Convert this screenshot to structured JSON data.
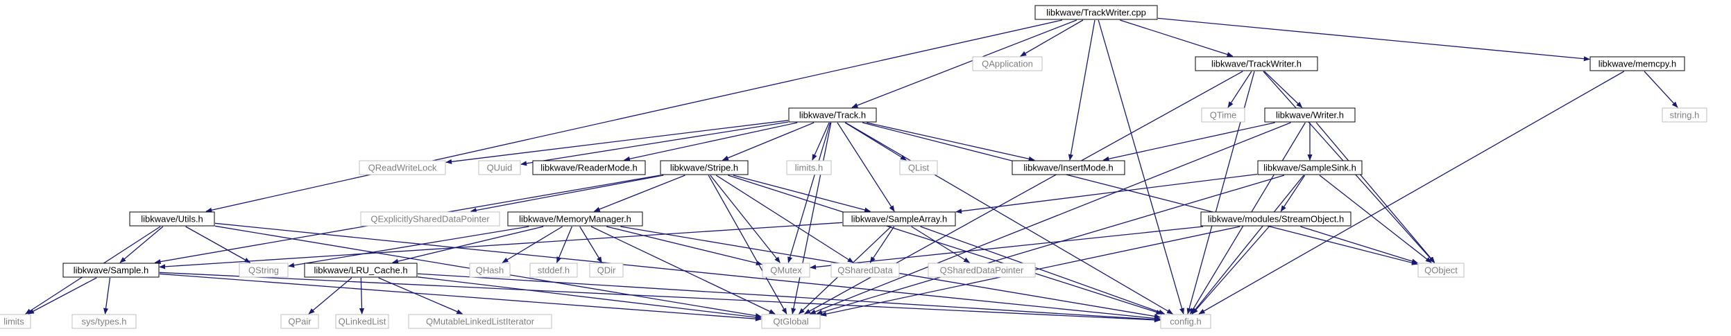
{
  "diagram": {
    "title": "libkwave/TrackWriter.cpp",
    "colors": {
      "edge": "#191970",
      "root_fill": "#bfbfbf",
      "root_border": "#000000",
      "local_border": "#000000",
      "external_border": "#bfbfbf",
      "local_text": "#000000",
      "external_text": "#7f7f7f"
    },
    "nodes": [
      {
        "id": "root",
        "label": "libkwave/TrackWriter.cpp",
        "kind": "root"
      },
      {
        "id": "qapplication",
        "label": "QApplication",
        "kind": "external"
      },
      {
        "id": "trackwriter_h",
        "label": "libkwave/TrackWriter.h",
        "kind": "local"
      },
      {
        "id": "memcpy_h",
        "label": "libkwave/memcpy.h",
        "kind": "local"
      },
      {
        "id": "track_h",
        "label": "libkwave/Track.h",
        "kind": "local"
      },
      {
        "id": "qtime",
        "label": "QTime",
        "kind": "external"
      },
      {
        "id": "writer_h",
        "label": "libkwave/Writer.h",
        "kind": "local"
      },
      {
        "id": "string_h",
        "label": "string.h",
        "kind": "external"
      },
      {
        "id": "qreadwritelock",
        "label": "QReadWriteLock",
        "kind": "external"
      },
      {
        "id": "quuid",
        "label": "QUuid",
        "kind": "external"
      },
      {
        "id": "readermode_h",
        "label": "libkwave/ReaderMode.h",
        "kind": "local"
      },
      {
        "id": "stripe_h",
        "label": "libkwave/Stripe.h",
        "kind": "local"
      },
      {
        "id": "limits_h",
        "label": "limits.h",
        "kind": "external"
      },
      {
        "id": "qlist",
        "label": "QList",
        "kind": "external"
      },
      {
        "id": "insertmode_h",
        "label": "libkwave/InsertMode.h",
        "kind": "local"
      },
      {
        "id": "samplesink_h",
        "label": "libkwave/SampleSink.h",
        "kind": "local"
      },
      {
        "id": "utils_h",
        "label": "libkwave/Utils.h",
        "kind": "local"
      },
      {
        "id": "qexplicitly",
        "label": "QExplicitlySharedDataPointer",
        "kind": "external"
      },
      {
        "id": "memorymanager_h",
        "label": "libkwave/MemoryManager.h",
        "kind": "local"
      },
      {
        "id": "samplearray_h",
        "label": "libkwave/SampleArray.h",
        "kind": "local"
      },
      {
        "id": "streamobject_h",
        "label": "libkwave/modules/StreamObject.h",
        "kind": "local"
      },
      {
        "id": "sample_h",
        "label": "libkwave/Sample.h",
        "kind": "local"
      },
      {
        "id": "qstring",
        "label": "QString",
        "kind": "external"
      },
      {
        "id": "lru_cache_h",
        "label": "libkwave/LRU_Cache.h",
        "kind": "local"
      },
      {
        "id": "qhash",
        "label": "QHash",
        "kind": "external"
      },
      {
        "id": "stddef_h",
        "label": "stddef.h",
        "kind": "external"
      },
      {
        "id": "qdir",
        "label": "QDir",
        "kind": "external"
      },
      {
        "id": "qmutex",
        "label": "QMutex",
        "kind": "external"
      },
      {
        "id": "qshareddata",
        "label": "QSharedData",
        "kind": "external"
      },
      {
        "id": "qshareddatapointer",
        "label": "QSharedDataPointer",
        "kind": "external"
      },
      {
        "id": "qobject",
        "label": "QObject",
        "kind": "external"
      },
      {
        "id": "limits",
        "label": "limits",
        "kind": "external"
      },
      {
        "id": "systypes_h",
        "label": "sys/types.h",
        "kind": "external"
      },
      {
        "id": "qpair",
        "label": "QPair",
        "kind": "external"
      },
      {
        "id": "qlinkedlist",
        "label": "QLinkedList",
        "kind": "external"
      },
      {
        "id": "qmutablelinkedlistiterator",
        "label": "QMutableLinkedListIterator",
        "kind": "external"
      },
      {
        "id": "qtglobal",
        "label": "QtGlobal",
        "kind": "external"
      },
      {
        "id": "config_h",
        "label": "config.h",
        "kind": "external"
      }
    ],
    "edges": [
      [
        "root",
        "qapplication"
      ],
      [
        "root",
        "trackwriter_h"
      ],
      [
        "root",
        "memcpy_h"
      ],
      [
        "root",
        "track_h"
      ],
      [
        "root",
        "insertmode_h"
      ],
      [
        "root",
        "utils_h"
      ],
      [
        "root",
        "config_h"
      ],
      [
        "trackwriter_h",
        "qtime"
      ],
      [
        "trackwriter_h",
        "writer_h"
      ],
      [
        "trackwriter_h",
        "qtglobal"
      ],
      [
        "trackwriter_h",
        "qobject"
      ],
      [
        "trackwriter_h",
        "config_h"
      ],
      [
        "memcpy_h",
        "string_h"
      ],
      [
        "memcpy_h",
        "config_h"
      ],
      [
        "track_h",
        "qreadwritelock"
      ],
      [
        "track_h",
        "quuid"
      ],
      [
        "track_h",
        "readermode_h"
      ],
      [
        "track_h",
        "stripe_h"
      ],
      [
        "track_h",
        "limits_h"
      ],
      [
        "track_h",
        "qlist"
      ],
      [
        "track_h",
        "insertmode_h"
      ],
      [
        "track_h",
        "samplearray_h"
      ],
      [
        "track_h",
        "qmutex"
      ],
      [
        "track_h",
        "qobject"
      ],
      [
        "track_h",
        "config_h"
      ],
      [
        "track_h",
        "qtglobal"
      ],
      [
        "writer_h",
        "insertmode_h"
      ],
      [
        "writer_h",
        "samplesink_h"
      ],
      [
        "writer_h",
        "qobject"
      ],
      [
        "writer_h",
        "qtglobal"
      ],
      [
        "writer_h",
        "config_h"
      ],
      [
        "stripe_h",
        "qexplicitly"
      ],
      [
        "stripe_h",
        "memorymanager_h"
      ],
      [
        "stripe_h",
        "samplearray_h"
      ],
      [
        "stripe_h",
        "qmutex"
      ],
      [
        "stripe_h",
        "qshareddata"
      ],
      [
        "stripe_h",
        "sample_h"
      ],
      [
        "stripe_h",
        "qtglobal"
      ],
      [
        "stripe_h",
        "config_h"
      ],
      [
        "samplesink_h",
        "samplearray_h"
      ],
      [
        "samplesink_h",
        "streamobject_h"
      ],
      [
        "samplesink_h",
        "qobject"
      ],
      [
        "samplesink_h",
        "qtglobal"
      ],
      [
        "samplesink_h",
        "config_h"
      ],
      [
        "utils_h",
        "sample_h"
      ],
      [
        "utils_h",
        "qstring"
      ],
      [
        "utils_h",
        "limits"
      ],
      [
        "utils_h",
        "qtglobal"
      ],
      [
        "utils_h",
        "config_h"
      ],
      [
        "memorymanager_h",
        "qstring"
      ],
      [
        "memorymanager_h",
        "lru_cache_h"
      ],
      [
        "memorymanager_h",
        "qhash"
      ],
      [
        "memorymanager_h",
        "stddef_h"
      ],
      [
        "memorymanager_h",
        "qdir"
      ],
      [
        "memorymanager_h",
        "qmutex"
      ],
      [
        "memorymanager_h",
        "qtglobal"
      ],
      [
        "memorymanager_h",
        "config_h"
      ],
      [
        "samplearray_h",
        "sample_h"
      ],
      [
        "samplearray_h",
        "qshareddata"
      ],
      [
        "samplearray_h",
        "qshareddatapointer"
      ],
      [
        "samplearray_h",
        "qtglobal"
      ],
      [
        "samplearray_h",
        "config_h"
      ],
      [
        "streamobject_h",
        "qmutex"
      ],
      [
        "streamobject_h",
        "qobject"
      ],
      [
        "streamobject_h",
        "qtglobal"
      ],
      [
        "streamobject_h",
        "config_h"
      ],
      [
        "sample_h",
        "limits"
      ],
      [
        "sample_h",
        "systypes_h"
      ],
      [
        "sample_h",
        "qtglobal"
      ],
      [
        "sample_h",
        "config_h"
      ],
      [
        "lru_cache_h",
        "qpair"
      ],
      [
        "lru_cache_h",
        "qlinkedlist"
      ],
      [
        "lru_cache_h",
        "qmutablelinkedlistiterator"
      ],
      [
        "lru_cache_h",
        "qtglobal"
      ],
      [
        "lru_cache_h",
        "config_h"
      ]
    ]
  }
}
